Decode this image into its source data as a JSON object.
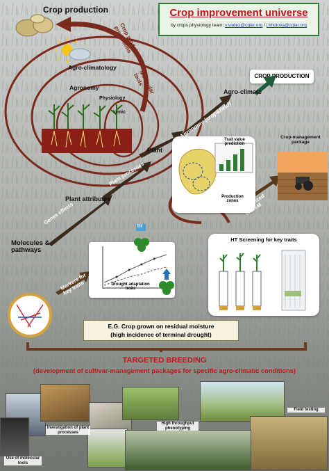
{
  "header": {
    "title": "Crop improvement universe",
    "byline_prefix": "by crops physiology team;",
    "email_1": "v.vadez@cgiar.org",
    "separator": "/",
    "email_2": "j.kholova@cgiar.org"
  },
  "circles": {
    "crop_production": "Crop production",
    "crop_model_predictions": "Crop model predictions",
    "agro_climatology": "Agro-climatology",
    "molecular_tools": "Molecular tools",
    "agronomy": "Agronomy",
    "physiology": "Physiology",
    "omic": "'omic"
  },
  "pathway": {
    "crop_production_box": "CROP PRODUCTION",
    "agro_climate": "Agro-climate",
    "agronomy_crop_field": "Agronomy (crop&field)",
    "plant": "Plant",
    "plant_processes": "Plant processes",
    "plant_attributes": "Plant attributes",
    "genes_effects": "Genes effects",
    "molecules_pathways": "Molecules & pathways",
    "markers_for_key_traits": "Markers for key traits",
    "optimized_gxexm": "Optimized GxExM"
  },
  "panels": {
    "trait_value_prediction": "Trait value prediction",
    "production_zones": "Production zones",
    "crop_management_package": "Crop-management package",
    "ht_screening": "HT Screening for key traits",
    "drought_adaptation_traits": "Drought adaptation traits",
    "tr_badge": "TR"
  },
  "scenario": {
    "line1": "E.G. Crop grown on residual moisture",
    "line2": "(high incidence of terminal drought)"
  },
  "breeding": {
    "title": "TARGETED BREEDING",
    "subtitle": "(development of cultivar-management packages for specific agro-climatic conditions)"
  },
  "photo_captions": {
    "molecular_tools": "Use of molecular tools",
    "plant_processes": "Investigation of plant processes",
    "phenotyping": "High throughput phenotyping",
    "field_testing": "Field testing"
  },
  "colors": {
    "ring": "#7a2a1c",
    "arrow": "#3a2a1e",
    "title_red": "#c0141c",
    "header_green": "#2e7d32",
    "breeding_red": "#c0141c",
    "pathway_green": "#1f5d3a"
  }
}
